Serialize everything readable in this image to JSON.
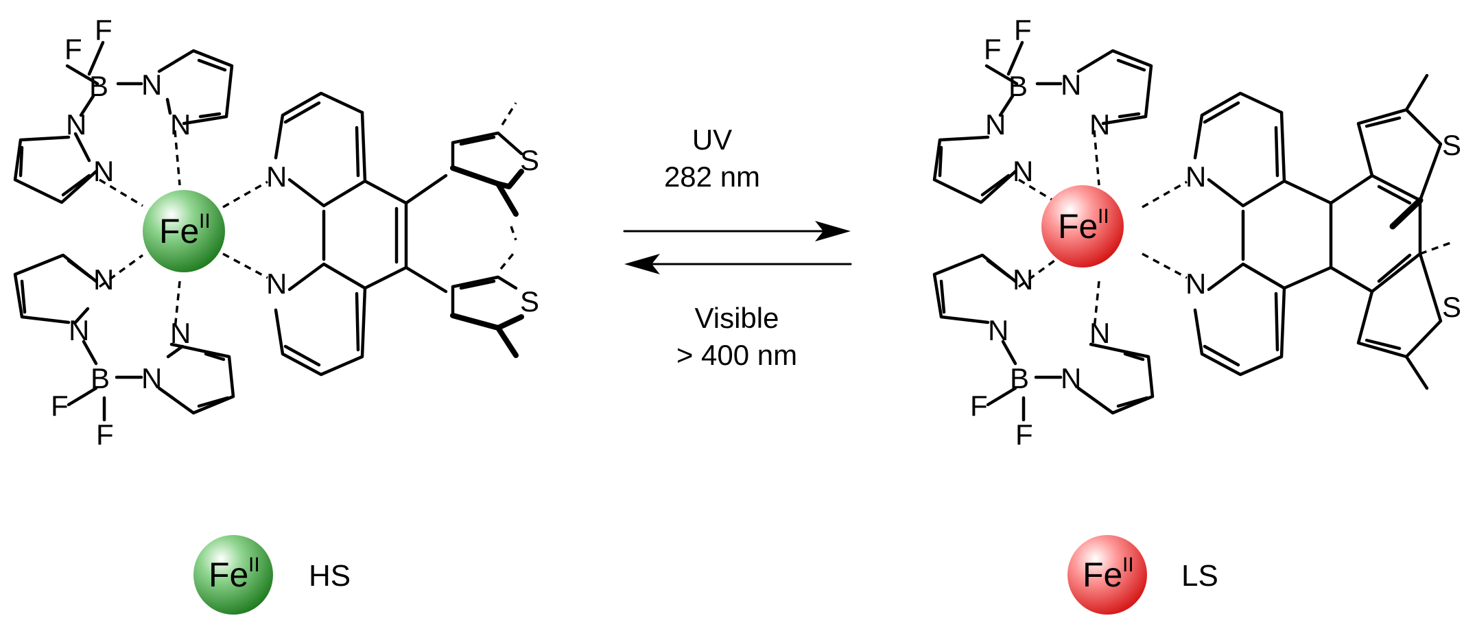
{
  "atoms": {
    "fluorine": "F",
    "boron": "B",
    "nitrogen": "N",
    "sulfur": "S"
  },
  "metal": {
    "symbol": "Fe",
    "oxidation_state": "II"
  },
  "reaction": {
    "forward_line1": "UV",
    "forward_line2": "282 nm",
    "reverse_line1": "Visible",
    "reverse_line2": "> 400 nm"
  },
  "legend": {
    "green_label": "HS",
    "red_label": "LS"
  },
  "colors": {
    "high_spin_sphere": "#1e8a1e",
    "low_spin_sphere": "#e01e1e",
    "bond": "#000000",
    "background": "#ffffff"
  }
}
